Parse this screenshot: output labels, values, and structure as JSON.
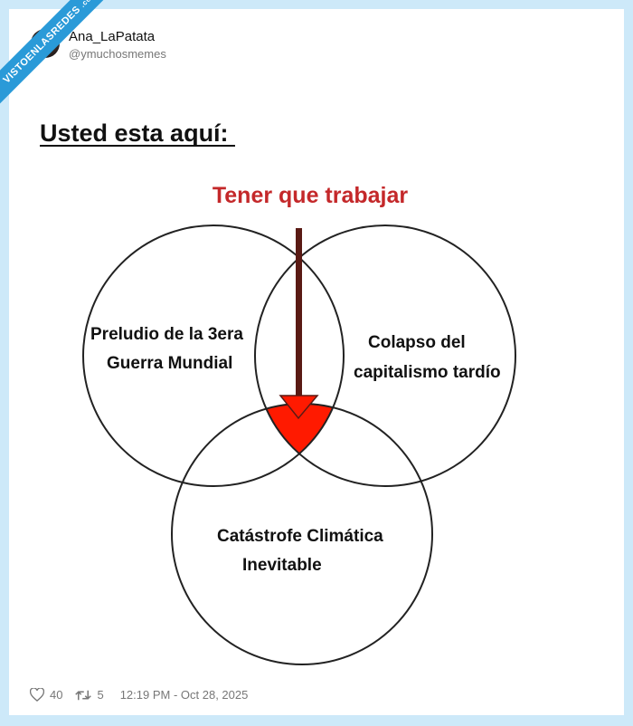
{
  "watermark": {
    "text": "VISTOENLASREDES",
    ".com": ".com"
  },
  "author": {
    "name": "Ana_LaPatata",
    "handle": "@ymuchosmemes"
  },
  "meme": {
    "title": "Usted esta aquí:",
    "arrow_label": "Tener que trabajar",
    "circles": [
      {
        "line1": "Preludio de la 3era",
        "line2": "Guerra Mundial"
      },
      {
        "line1": "Colapso del",
        "line2": "capitalismo tardío"
      },
      {
        "line1": "Catástrofe Climática",
        "line2": "Inevitable"
      }
    ],
    "colors": {
      "arrow_label": "#c4282a",
      "intersection": "#ff1a00",
      "arrow": "#5a1a14"
    }
  },
  "footer": {
    "likes": "40",
    "retweets": "5",
    "timestamp": "12:19 PM - Oct 28, 2025",
    "like_icon": "heart-icon",
    "retweet_icon": "retweet-icon"
  }
}
